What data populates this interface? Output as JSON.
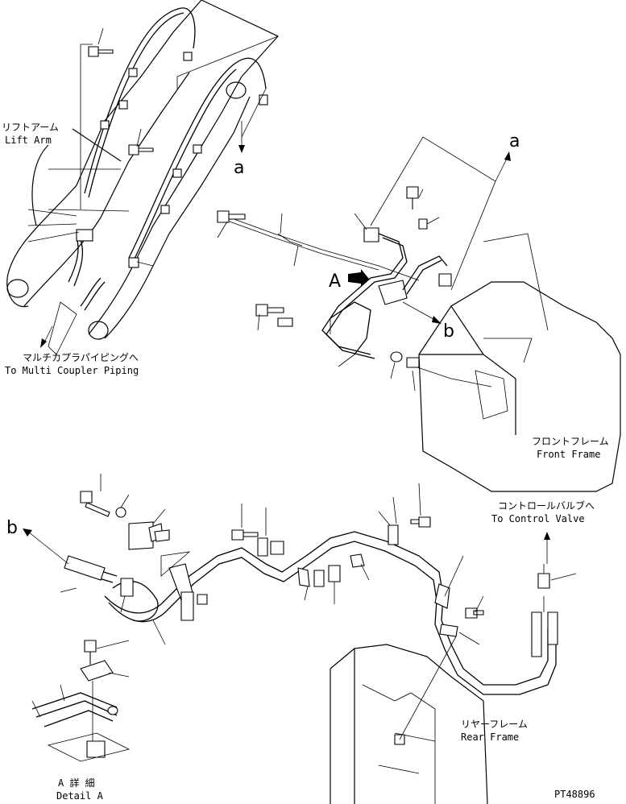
{
  "labels": {
    "lift_arm_jp": "リフトアーム",
    "lift_arm_en": "Lift Arm",
    "multi_coupler_jp": "マルチカプラパイピングへ",
    "multi_coupler_en": "To Multi Coupler Piping",
    "front_frame_jp": "フロントフレーム",
    "front_frame_en": "Front Frame",
    "control_valve_jp": "コントロールバルブへ",
    "control_valve_en": "To Control Valve",
    "rear_frame_jp": "リヤーフレーム",
    "rear_frame_en": "Rear Frame",
    "detail_a_jp": "A 詳 細",
    "detail_a_en": "Detail A",
    "ref_a1": "a",
    "ref_a2": "a",
    "ref_b1": "b",
    "ref_b2": "b",
    "view_a": "A",
    "drawing_no": "PT48896"
  }
}
